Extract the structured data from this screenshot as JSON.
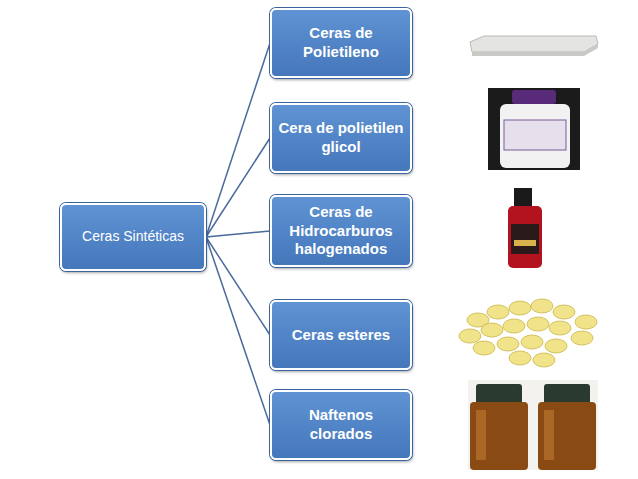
{
  "diagram": {
    "nodes": [
      {
        "text": [
          "Ceras Sintéticas"
        ]
      },
      {
        "text": [
          "Ceras de Polietileno"
        ]
      },
      {
        "text": [
          "Cera de polietilen glicol"
        ]
      },
      {
        "text": [
          "Ceras de Hidrocarburos halogenados"
        ]
      },
      {
        "text": [
          "Ceras esteres"
        ]
      },
      {
        "text": [
          "Naftenos clorados"
        ]
      }
    ],
    "edges": [
      {
        "from": 0,
        "to": 1,
        "arrow": "none"
      },
      {
        "from": 0,
        "to": 2,
        "arrow": "none"
      },
      {
        "from": 0,
        "to": 3,
        "arrow": "none"
      },
      {
        "from": 0,
        "to": 4,
        "arrow": "none"
      },
      {
        "from": 0,
        "to": 5,
        "arrow": "none"
      }
    ]
  }
}
